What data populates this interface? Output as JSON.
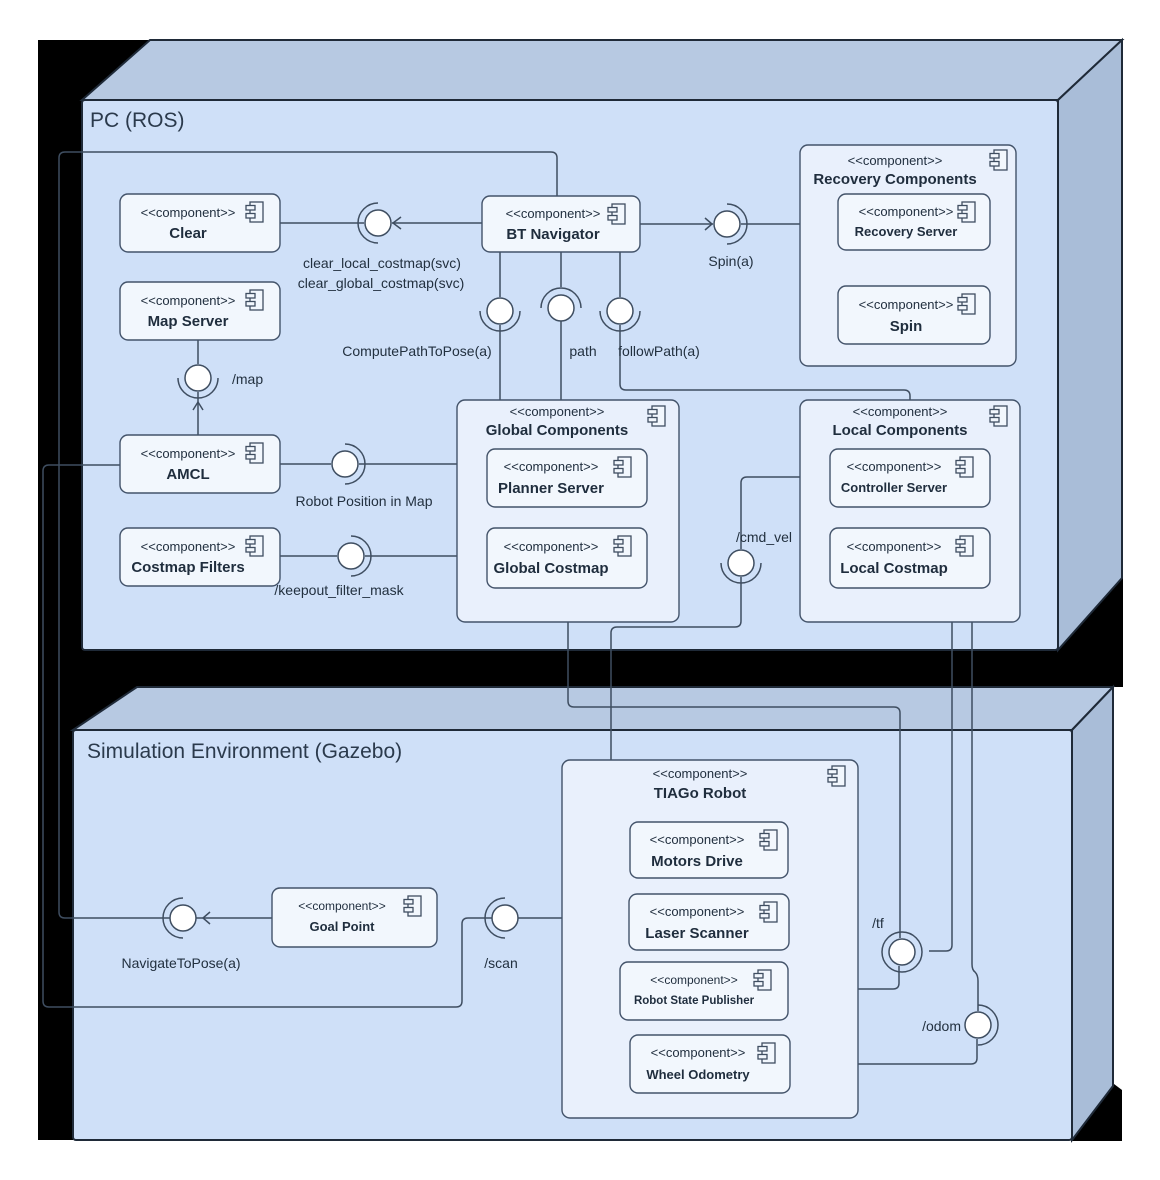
{
  "diagram": {
    "stereotype": "<<component>>",
    "nodes": {
      "pc": "PC (ROS)",
      "sim": "Simulation Environment (Gazebo)"
    },
    "components": {
      "clear": "Clear",
      "map_server": "Map Server",
      "amcl": "AMCL",
      "costmap_filters": "Costmap Filters",
      "bt_navigator": "BT Navigator",
      "recovery_components": "Recovery Components",
      "recovery_server": "Recovery Server",
      "spin": "Spin",
      "global_components": "Global Components",
      "planner_server": "Planner Server",
      "global_costmap": "Global Costmap",
      "local_components": "Local Components",
      "controller_server": "Controller Server",
      "local_costmap": "Local Costmap",
      "tiago_robot": "TIAGo Robot",
      "motors_drive": "Motors Drive",
      "laser_scanner": "Laser Scanner",
      "robot_state_publisher": "Robot State Publisher",
      "wheel_odometry": "Wheel Odometry",
      "goal_point": "Goal Point"
    },
    "interfaces": {
      "clear_local": "clear_local_costmap(svc)",
      "clear_global": "clear_global_costmap(svc)",
      "spin_a": "Spin(a)",
      "compute_path": "ComputePathToPose(a)",
      "path": "path",
      "follow_path": "followPath(a)",
      "map": "/map",
      "robot_position": "Robot Position in Map",
      "keepout": "/keepout_filter_mask",
      "cmd_vel": "/cmd_vel",
      "navigate_to_pose": "NavigateToPose(a)",
      "scan": "/scan",
      "tf": "/tf",
      "odom": "/odom"
    },
    "colors": {
      "front_face": "#cfe0f8",
      "top_face": "#b7c9e2",
      "side_face": "#a9bdd8",
      "container_fill": "#e9f0fc",
      "component_fill": "#f2f7fd",
      "line": "#3f4e61",
      "shadow": "#000000"
    }
  }
}
